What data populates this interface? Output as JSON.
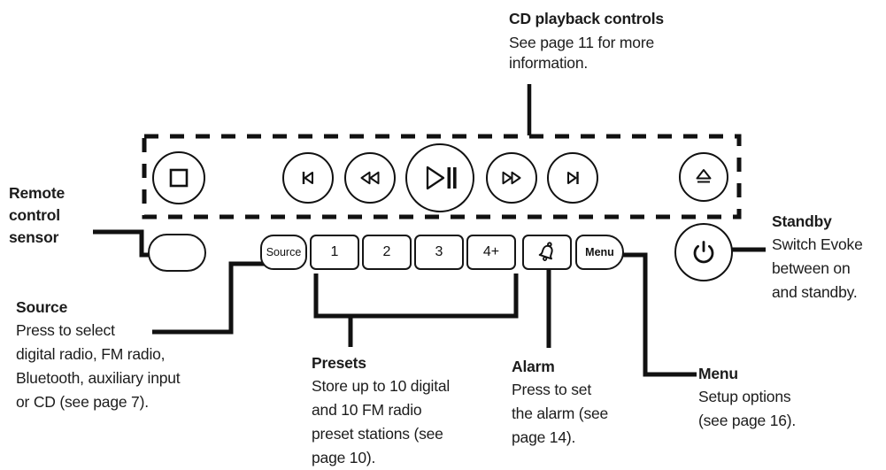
{
  "colors": {
    "ink": "#111111",
    "text": "#1c1c1c",
    "background": "#ffffff"
  },
  "cd_controls": {
    "title": "CD playback controls",
    "description_lines": [
      "See page 11 for more",
      "information."
    ],
    "button_icons": [
      "stop-icon",
      "previous-track-icon",
      "rewind-icon",
      "play-pause-icon",
      "fast-forward-icon",
      "next-track-icon",
      "eject-icon"
    ]
  },
  "callouts": {
    "remote": {
      "title_lines": [
        "Remote",
        "control",
        "sensor"
      ]
    },
    "source": {
      "title": "Source",
      "description_lines": [
        "Press to select",
        "digital radio, FM radio,",
        "Bluetooth, auxiliary input",
        "or CD (see page 7)."
      ]
    },
    "presets": {
      "title": "Presets",
      "description_lines": [
        "Store up to 10 digital",
        "and 10 FM radio",
        "preset stations (see",
        "page 10)."
      ]
    },
    "alarm": {
      "title": "Alarm",
      "description_lines": [
        "Press to set",
        "the alarm (see",
        "page 14)."
      ]
    },
    "menu": {
      "title": "Menu",
      "description_lines": [
        "Setup options",
        "(see page 16)."
      ]
    },
    "standby": {
      "title": "Standby",
      "description_lines": [
        "Switch Evoke",
        "between on",
        "and standby."
      ]
    }
  },
  "panel": {
    "source_button_label": "Source",
    "preset_button_labels": [
      "1",
      "2",
      "3",
      "4+"
    ],
    "menu_button_label": "Menu",
    "alarm_button_icon": "bell-icon",
    "standby_button_icon": "power-icon"
  }
}
